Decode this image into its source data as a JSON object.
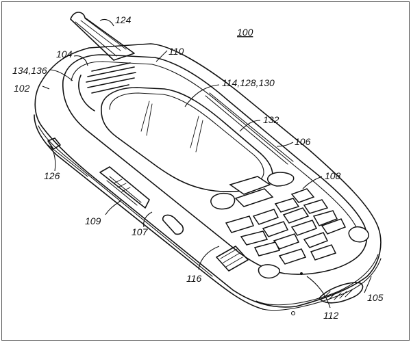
{
  "figure": {
    "figure_number": "100",
    "labels": {
      "antenna": "124",
      "housing_top": "110",
      "earpiece_upper": "104",
      "speaker_refs": "134,136",
      "housing_left": "102",
      "display": "114,128,130",
      "bezel": "132",
      "housing_right": "106",
      "keypad_area": "108",
      "side_slot": "126",
      "side_button": "109",
      "side_panel": "107",
      "connector": "116",
      "bottom_edge": "105",
      "microphone": "112"
    }
  }
}
